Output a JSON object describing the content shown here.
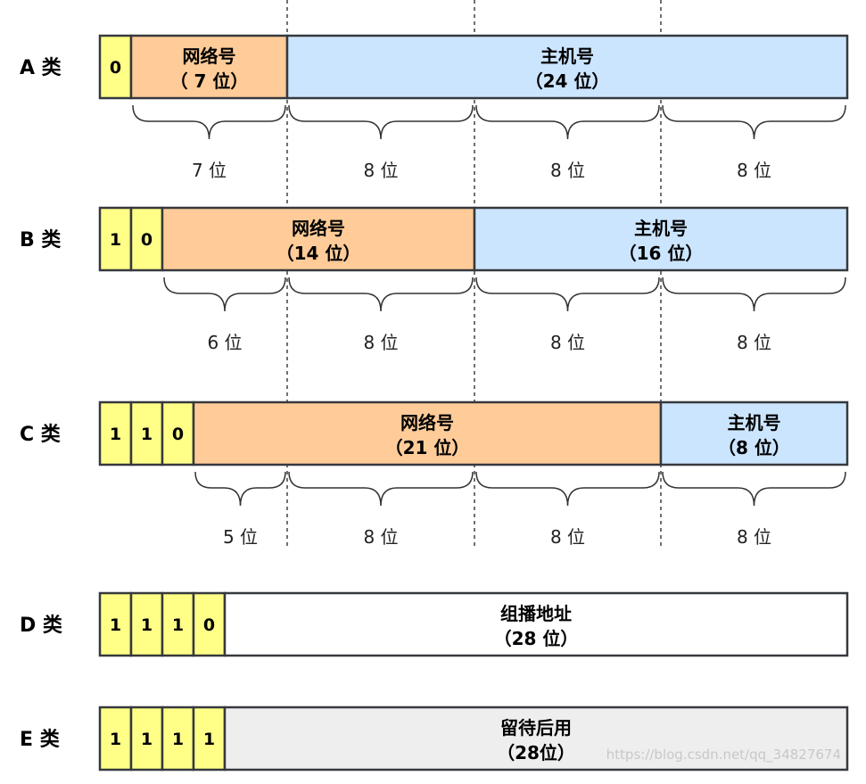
{
  "colors": {
    "bit_box": "#ffff88",
    "network": "#ffcc99",
    "host": "#cce5ff",
    "multicast": "#ffffff",
    "reserved": "#eeeeee",
    "stroke": "#36393d"
  },
  "classes": [
    {
      "id": "a",
      "label": "A 类",
      "bits": [
        "0"
      ],
      "fields": [
        {
          "kind": "network",
          "line1": "网络号",
          "line2": "（ 7 位）",
          "bits": 7
        },
        {
          "kind": "host",
          "line1": "主机号",
          "line2": "（24 位）",
          "bits": 24
        }
      ],
      "braces": [
        "7 位",
        "8 位",
        "8 位",
        "8 位"
      ]
    },
    {
      "id": "b",
      "label": "B 类",
      "bits": [
        "1",
        "0"
      ],
      "fields": [
        {
          "kind": "network",
          "line1": "网络号",
          "line2": "（14 位）",
          "bits": 14
        },
        {
          "kind": "host",
          "line1": "主机号",
          "line2": "（16 位）",
          "bits": 16
        }
      ],
      "braces": [
        "6 位",
        "8 位",
        "8 位",
        "8 位"
      ]
    },
    {
      "id": "c",
      "label": "C 类",
      "bits": [
        "1",
        "1",
        "0"
      ],
      "fields": [
        {
          "kind": "network",
          "line1": "网络号",
          "line2": "（21 位）",
          "bits": 21
        },
        {
          "kind": "host",
          "line1": "主机号",
          "line2": "（8 位）",
          "bits": 8
        }
      ],
      "braces": [
        "5 位",
        "8 位",
        "8 位",
        "8 位"
      ]
    },
    {
      "id": "d",
      "label": "D 类",
      "bits": [
        "1",
        "1",
        "1",
        "0"
      ],
      "fields": [
        {
          "kind": "multicast",
          "line1": "组播地址",
          "line2": "（28 位）",
          "bits": 28
        }
      ],
      "braces": []
    },
    {
      "id": "e",
      "label": "E 类",
      "bits": [
        "1",
        "1",
        "1",
        "1"
      ],
      "fields": [
        {
          "kind": "reserved",
          "line1": "留待后用",
          "line2": "（28位）",
          "bits": 28
        }
      ],
      "braces": []
    }
  ],
  "watermark": "https://blog.csdn.net/qq_34827674"
}
